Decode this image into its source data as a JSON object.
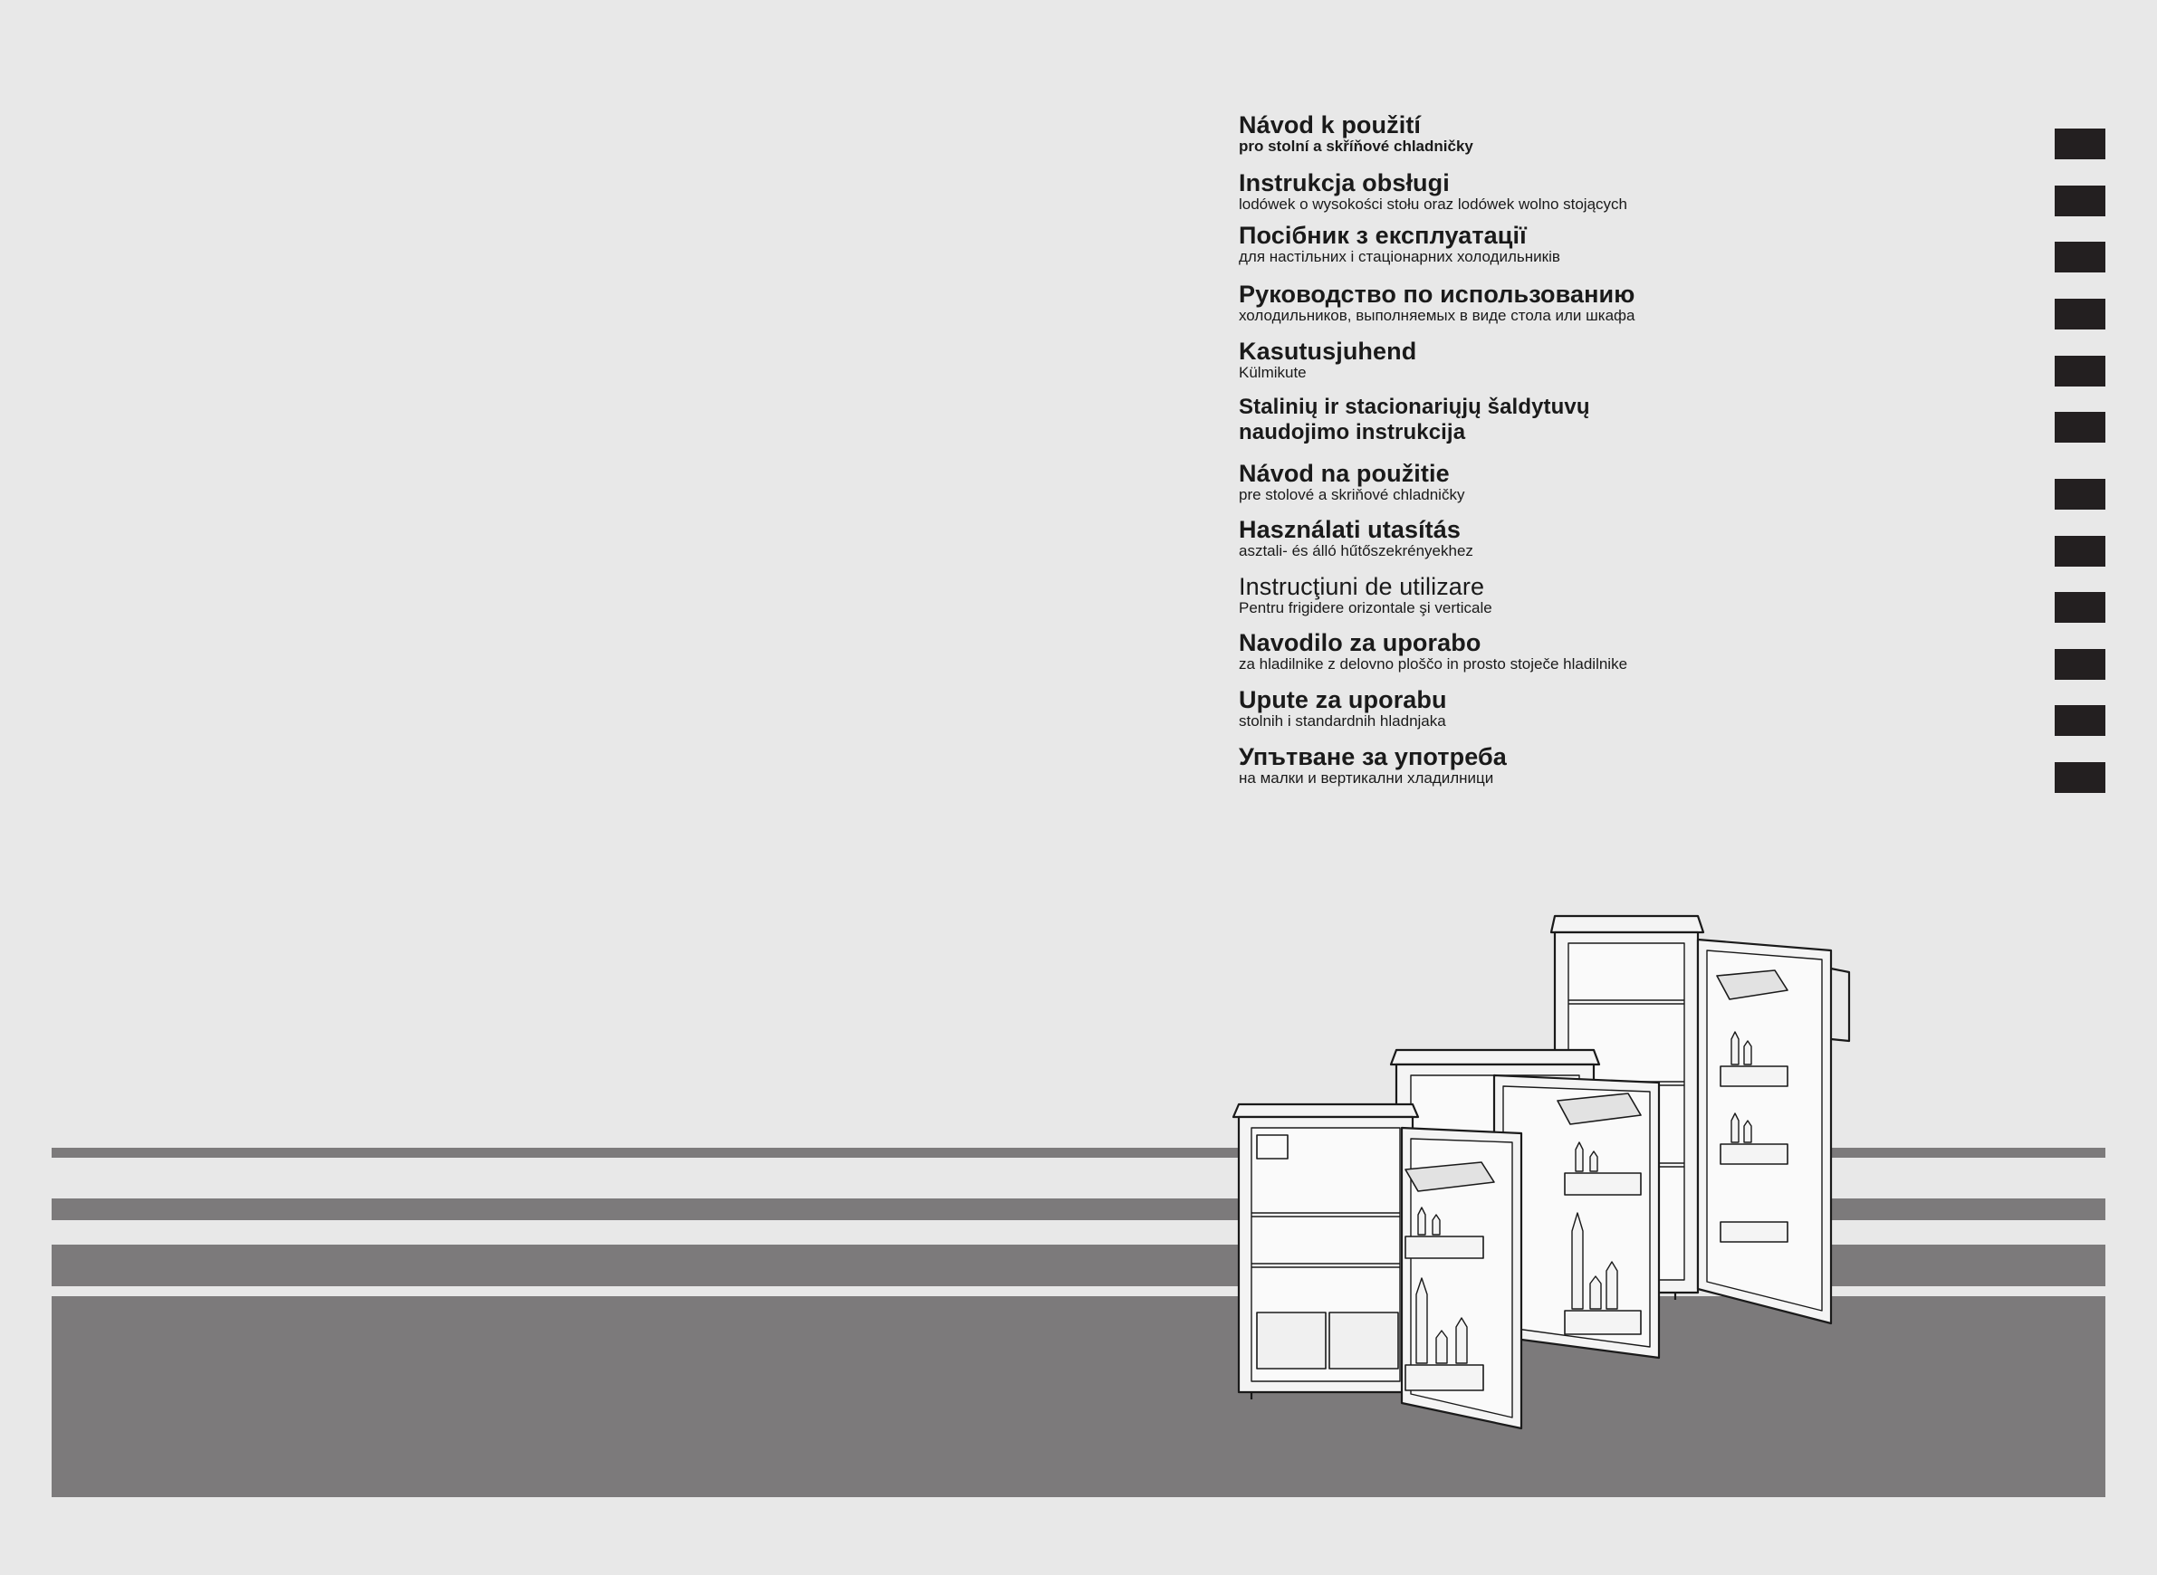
{
  "languages": [
    {
      "title": "Návod k použití",
      "subtitle": "pro stolní a skříňové chladničky"
    },
    {
      "title": "Instrukcja obsługi",
      "subtitle": "lodówek o wysokości stołu oraz lodówek wolno stojących"
    },
    {
      "title": "Посібник з експлуатації",
      "subtitle": "для настільних і стаціонарних холодильників"
    },
    {
      "title": "Руководство по использованию",
      "subtitle": "холодильников, выполняемых в виде стола или шкафа"
    },
    {
      "title": "Kasutusjuhend",
      "subtitle": "Külmikute"
    },
    {
      "title": "Stalinių ir stacionariųjų šaldytuvų",
      "subtitle": "naudojimo instrukcija"
    },
    {
      "title": "Návod na použitie",
      "subtitle": "pre stolové a skriňové chladničky"
    },
    {
      "title": "Használati utasítás",
      "subtitle": "asztali- és álló hűtőszekrényekhez"
    },
    {
      "title": "Instrucţiuni de utilizare",
      "subtitle": "Pentru frigidere orizontale şi verticale"
    },
    {
      "title": "Navodilo za uporabo",
      "subtitle": "za hladilnike z delovno ploščo in prosto stoječe hladilnike"
    },
    {
      "title": "Upute za uporabu",
      "subtitle": "stolnih i standardnih hladnjaka"
    },
    {
      "title": "Упътване за употреба",
      "subtitle": "на малки и вертикални хладилници"
    }
  ],
  "colors": {
    "background": "#e8e8e8",
    "stripe": "#7c7a7b",
    "tab": "#231f20"
  },
  "illustration": "three-refrigerators-open-doors"
}
